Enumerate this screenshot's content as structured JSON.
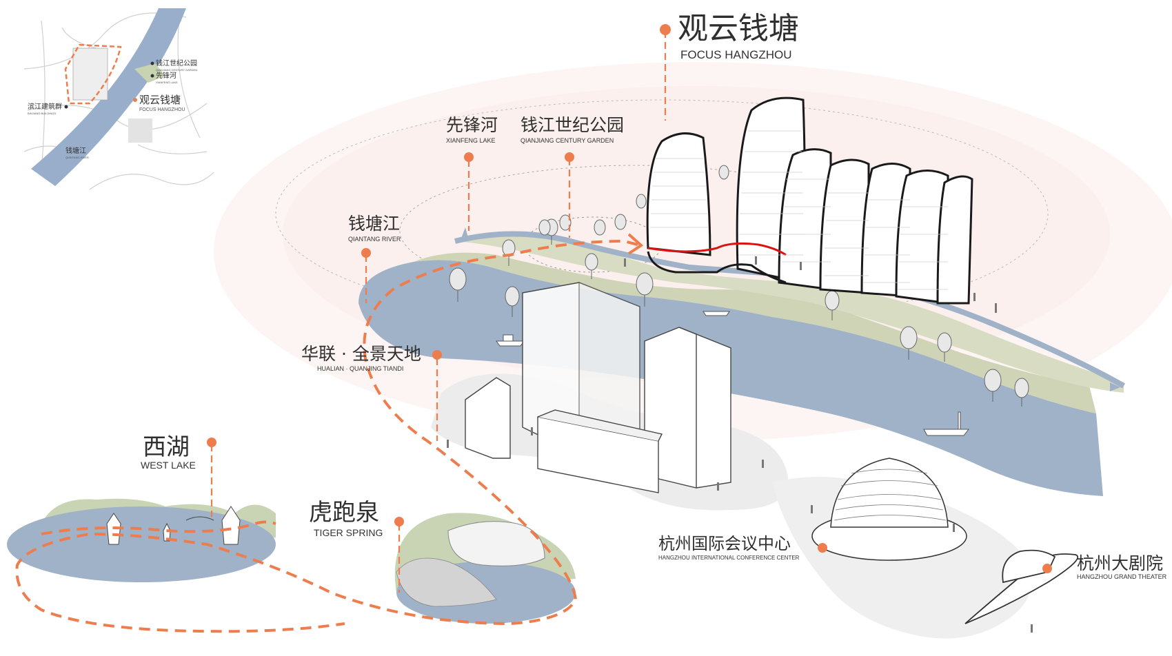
{
  "colors": {
    "accent": "#ee7d4e",
    "river": "#9fb2c8",
    "green": "#cfd4b6",
    "halo": "#f8e9e6",
    "ground": "#e9e9e9"
  },
  "title": {
    "cn": "观云钱塘",
    "en": "FOCUS  HANGZHOU"
  },
  "labels": {
    "xianfeng": {
      "cn": "先锋河",
      "en": "XIANFENG LAKE"
    },
    "century": {
      "cn": "钱江世纪公园",
      "en": "QIANJIANG CENTURY GARDEN"
    },
    "qiantang": {
      "cn": "钱塘江",
      "en": "QIANTANG RIVER"
    },
    "hualian": {
      "cn": "华联 · 全景天地",
      "en": "HUALIAN · QUANJING TIANDI"
    },
    "westlake": {
      "cn": "西湖",
      "en": "WEST LAKE"
    },
    "tiger": {
      "cn": "虎跑泉",
      "en": "TIGER SPRING"
    },
    "conference": {
      "cn": "杭州国际会议中心",
      "en": "HANGZHOU INTERNATIONAL CONFERENCE CENTER"
    },
    "theater": {
      "cn": "杭州大剧院",
      "en": "HANGZHOU GRAND THEATER"
    }
  },
  "map": {
    "century": {
      "cn": "钱江世纪公园",
      "en": "QIANJIANG CENTURY GARDEN"
    },
    "xianfeng": {
      "cn": "先锋河",
      "en": "XIANFENG LAKE"
    },
    "focus": {
      "cn": "观云钱塘",
      "en": "FOCUS HANGZHOU"
    },
    "binjiang": {
      "cn": "滨江建筑群",
      "en": "BINJIANG BUILDINGS"
    },
    "river": {
      "cn": "钱塘江",
      "en": "QIANTANG RIVER"
    }
  }
}
